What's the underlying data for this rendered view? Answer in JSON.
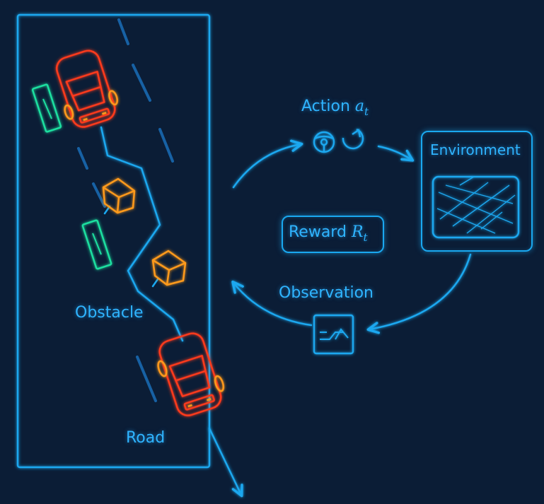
{
  "labels": {
    "action": "Action",
    "action_symbol": "a",
    "action_subscript": "t",
    "environment": "Environment",
    "reward": "Reward",
    "reward_symbol": "R",
    "reward_subscript": "t",
    "observation": "Observation",
    "obstacle": "Obstacle",
    "road": "Road"
  },
  "colors": {
    "background": "#0b1d36",
    "accent": "#1aa8f0",
    "car": "#ff3b1f",
    "obstacle": "#ff9a1a",
    "marker": "#1fe0a0"
  },
  "icons": [
    "steering-wheel-icon",
    "accelerator-gauge-icon",
    "environment-map-icon",
    "observation-sensor-icon"
  ]
}
